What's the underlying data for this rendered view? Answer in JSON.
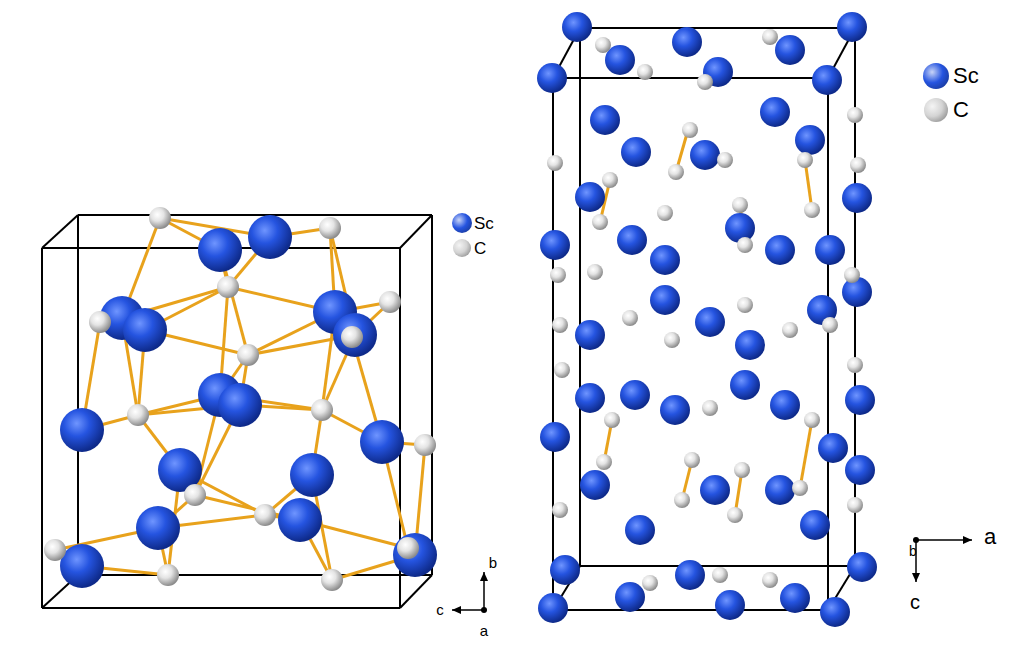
{
  "diagram": {
    "labels": [
      "b",
      "c",
      "a",
      "a",
      "b",
      "c"
    ],
    "legend": [
      {
        "text": "Sc",
        "color": "#2554e0"
      },
      {
        "text": "C",
        "color": "#d4d4d4"
      },
      {
        "text": "Sc",
        "color": "#2554e0"
      },
      {
        "text": "C",
        "color": "#d4d4d4"
      }
    ]
  }
}
